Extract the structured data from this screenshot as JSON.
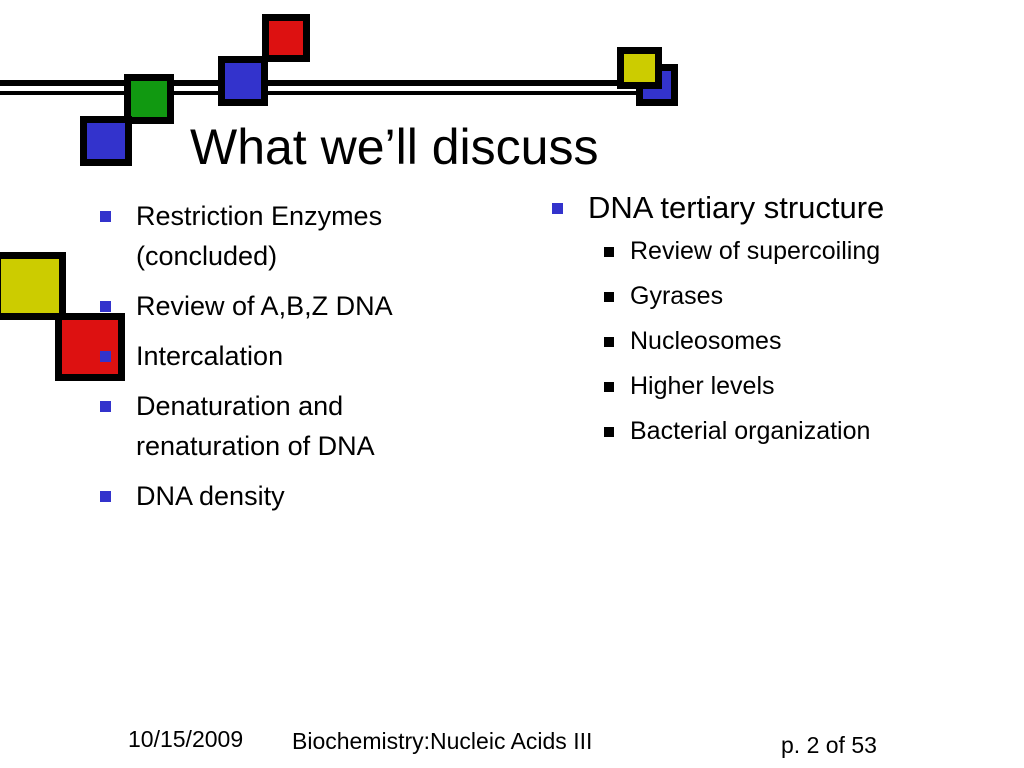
{
  "slide": {
    "title": "What we’ll discuss",
    "left_items": [
      "Restriction Enzymes (concluded)",
      "Review of A,B,Z DNA",
      "Intercalation",
      "Denaturation and renaturation of DNA",
      "DNA density"
    ],
    "right_heading": "DNA tertiary structure",
    "right_subitems": [
      "Review of supercoiling",
      "Gyrases",
      "Nucleosomes",
      "Higher levels",
      "Bacterial organization"
    ]
  },
  "footer": {
    "date": "10/15/2009",
    "course": "Biochemistry:Nucleic Acids III",
    "page": "p. 2 of 53"
  },
  "colors": {
    "red": "#dd1111",
    "blue": "#3333cc",
    "green": "#119911",
    "yellow": "#cccc00",
    "bullet": "#3333cc"
  }
}
